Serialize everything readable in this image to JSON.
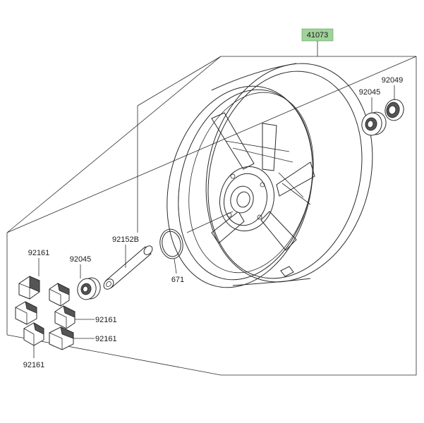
{
  "colors": {
    "main_part_badge": "#9fd39a",
    "line": "#2a2a2a"
  },
  "labels": {
    "wheel": "41073",
    "seal_right": "92049",
    "bearing_right": "92045",
    "collar": "92152B",
    "bearing_left": "92045",
    "o_ring": "671",
    "damper_top": "92161",
    "damper_mid": "92161",
    "damper_low": "92161",
    "damper_bottom": "92161"
  }
}
